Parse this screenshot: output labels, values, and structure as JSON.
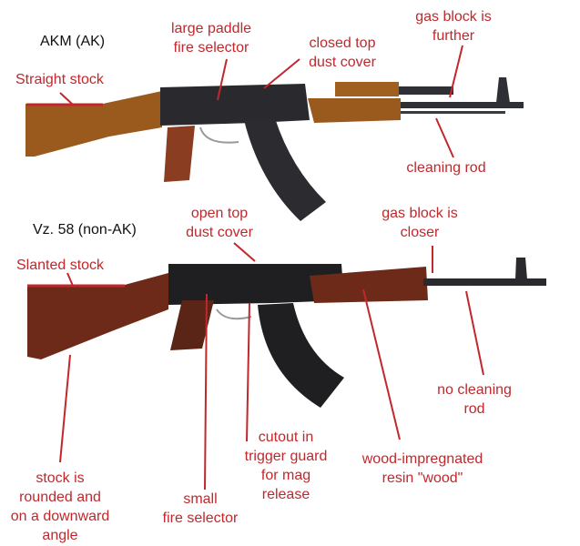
{
  "colors": {
    "annotation": "#c0282c",
    "title": "#111111",
    "akm_wood": "#9a5a1e",
    "vz58_wood": "#6e2a18",
    "metal": "#2a2a2e"
  },
  "akm": {
    "title": "AKM (AK)",
    "labels": {
      "paddle_selector": [
        "large paddle",
        "fire selector"
      ],
      "dust_cover": [
        "closed top",
        "dust cover"
      ],
      "gas_block": [
        "gas block is",
        "further"
      ],
      "stock": "Straight stock",
      "cleaning_rod": "cleaning rod"
    }
  },
  "vz58": {
    "title": "Vz. 58 (non-AK)",
    "labels": {
      "dust_cover": [
        "open top",
        "dust cover"
      ],
      "gas_block": [
        "gas block is",
        "closer"
      ],
      "stock": "Slanted stock",
      "no_cleaning_rod": [
        "no cleaning",
        "rod"
      ],
      "cutout": [
        "cutout in",
        "trigger guard",
        "for mag",
        "release"
      ],
      "resin": [
        "wood-impregnated",
        "resin \"wood\""
      ],
      "small_selector": [
        "small",
        "fire selector"
      ],
      "stock_rounded": [
        "stock is",
        "rounded and",
        "on a downward",
        "angle"
      ]
    }
  }
}
